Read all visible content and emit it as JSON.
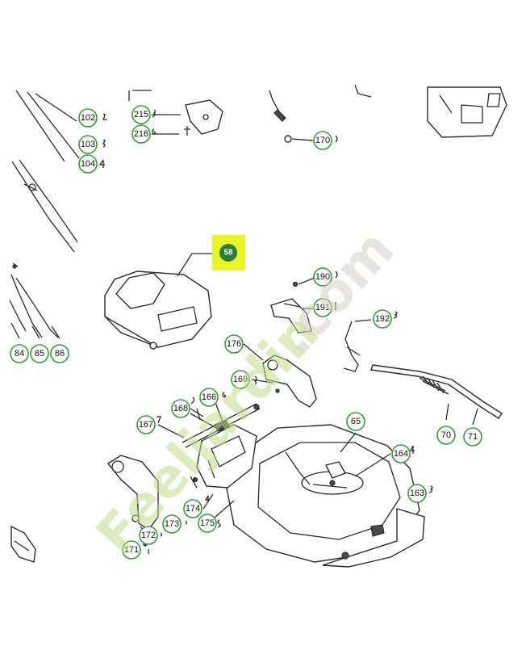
{
  "colors": {
    "callout_ring": "#3a9a3a",
    "highlight_box": "#e8f526",
    "highlight_circle": "#2d7d3a",
    "watermark_green": "#c4dc8a",
    "watermark_grey": "#d6d0c4",
    "line": "#2a2a2a"
  },
  "highlight": {
    "label": "58"
  },
  "callouts": [
    {
      "id": "c102",
      "label": "102"
    },
    {
      "id": "c103",
      "label": "103"
    },
    {
      "id": "c104",
      "label": "104"
    },
    {
      "id": "c215",
      "label": "215"
    },
    {
      "id": "c216",
      "label": "216"
    },
    {
      "id": "c170",
      "label": "170"
    },
    {
      "id": "c84",
      "label": "84"
    },
    {
      "id": "c85",
      "label": "85"
    },
    {
      "id": "c86",
      "label": "86"
    },
    {
      "id": "c190",
      "label": "190"
    },
    {
      "id": "c191",
      "label": "191"
    },
    {
      "id": "c192",
      "label": "192"
    },
    {
      "id": "c176",
      "label": "176"
    },
    {
      "id": "c169",
      "label": "169"
    },
    {
      "id": "c168",
      "label": "168"
    },
    {
      "id": "c166",
      "label": "166"
    },
    {
      "id": "c167",
      "label": "167"
    },
    {
      "id": "c65",
      "label": "65"
    },
    {
      "id": "c164",
      "label": "164"
    },
    {
      "id": "c70",
      "label": "70"
    },
    {
      "id": "c71",
      "label": "71"
    },
    {
      "id": "c163",
      "label": "163"
    },
    {
      "id": "c174",
      "label": "174"
    },
    {
      "id": "c173",
      "label": "173"
    },
    {
      "id": "c175",
      "label": "175"
    },
    {
      "id": "c172",
      "label": "172"
    },
    {
      "id": "c171",
      "label": "171"
    }
  ],
  "watermark": {
    "part1": "Feeljardin",
    "part2": ".com"
  }
}
